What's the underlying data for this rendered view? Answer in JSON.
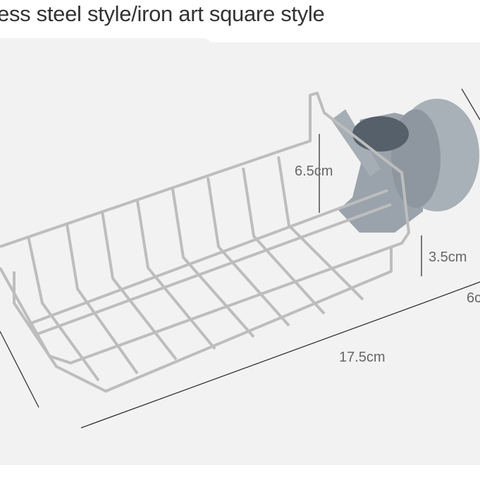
{
  "title": "ess steel style/iron art square style",
  "dimensions": {
    "height_hook": "6.5cm",
    "height_basket": "3.5cm",
    "length": "17.5cm",
    "width": "6c"
  },
  "colors": {
    "background": "#f2f2f2",
    "holder": "#9aa3ab",
    "wire": "#c8c8c8"
  }
}
